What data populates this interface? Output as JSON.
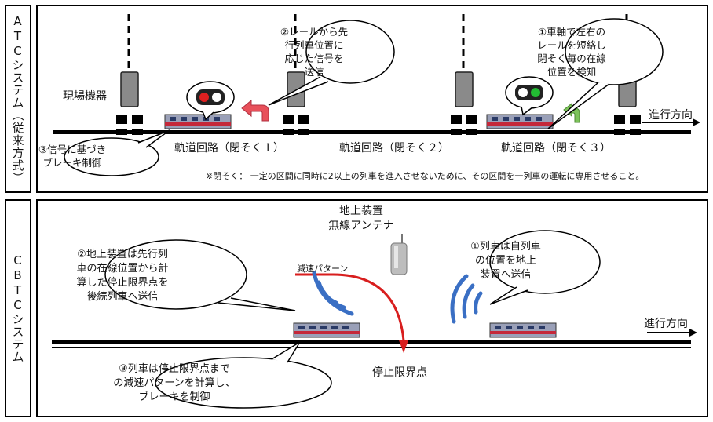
{
  "atc": {
    "section_label": "ATCシステム（従来方式）",
    "field_equipment_label": "現場機器",
    "direction_label": "進行方向",
    "track_circuits": [
      "軌道回路（閉そく１）",
      "軌道回路（閉そく２）",
      "軌道回路（閉そく３）"
    ],
    "callouts": {
      "rail_signal": [
        "②レールから先",
        "行列車位置に",
        "応じた信号を",
        "送信"
      ],
      "axle_detect": [
        "①車軸で左右の",
        "レールを短絡し",
        "閉そく毎の在線",
        "位置を検知"
      ],
      "brake": [
        "③信号に基づき",
        "ブレーキ制御"
      ]
    },
    "note": "※閉そく： 一定の区間に同時に2以上の列車を進入させないために、その区間を一列車の運転に専用させること。",
    "signal_colors": {
      "red": "#e02020",
      "green": "#22bb33",
      "arrow_red": "#e8505a",
      "arrow_green": "#7dc35a"
    }
  },
  "cbtc": {
    "section_label": "CBTCシステム",
    "ground_antenna_label": [
      "地上装置",
      "無線アンテナ"
    ],
    "decel_pattern_label": "減速パターン",
    "stop_point_label": "停止限界点",
    "direction_label": "進行方向",
    "callouts": {
      "ground_send": [
        "②地上装置は先行列",
        "車の在線位置から計",
        "算した停止限界点を",
        "後続列車へ送信"
      ],
      "train_send": [
        "①列車は自列車",
        "の位置を地上",
        "装置へ送信"
      ],
      "train_calc": [
        "③列車は停止限界点まで",
        "の減速パターンを計算し、",
        "ブレーキを制御"
      ]
    },
    "colors": {
      "wave": "#3a6fc4",
      "pattern": "#d81e1e"
    }
  }
}
